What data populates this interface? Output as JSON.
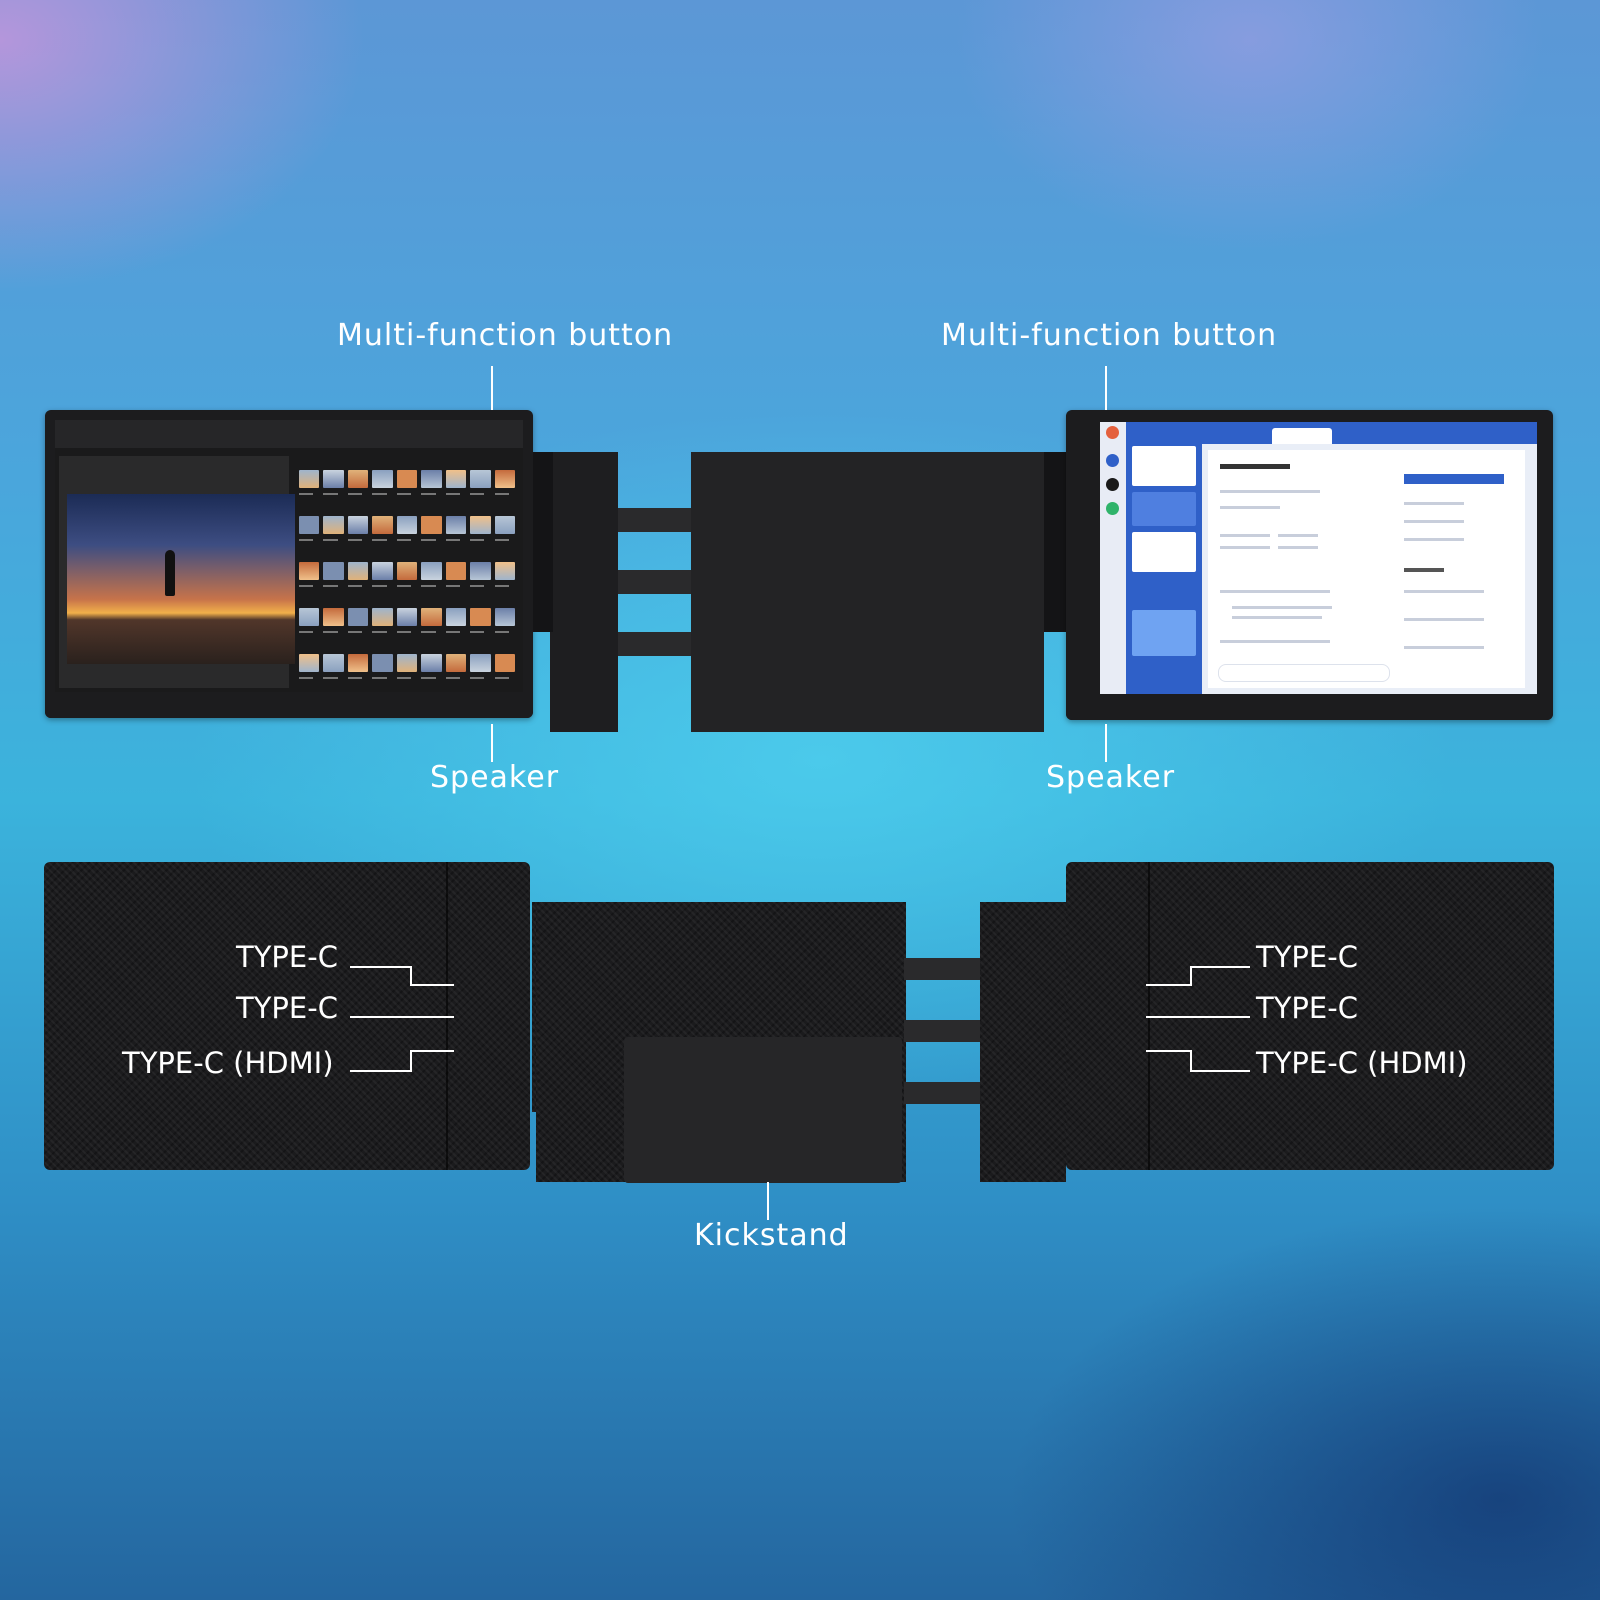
{
  "callouts": {
    "top_left_button": "Multi-function button",
    "top_right_button": "Multi-function button",
    "left_speaker": "Speaker",
    "right_speaker": "Speaker",
    "kickstand": "Kickstand"
  },
  "ports_left": [
    "TYPE-C",
    "TYPE-C",
    "TYPE-C (HDMI)"
  ],
  "ports_right": [
    "TYPE-C",
    "TYPE-C",
    "TYPE-C (HDMI)"
  ],
  "colors": {
    "device_body": "#1c1c1e",
    "label_text": "#ffffff",
    "task_app_accent": "#2f60c8"
  },
  "screens": {
    "left": "photo-library-app",
    "right": "task-board-app"
  }
}
